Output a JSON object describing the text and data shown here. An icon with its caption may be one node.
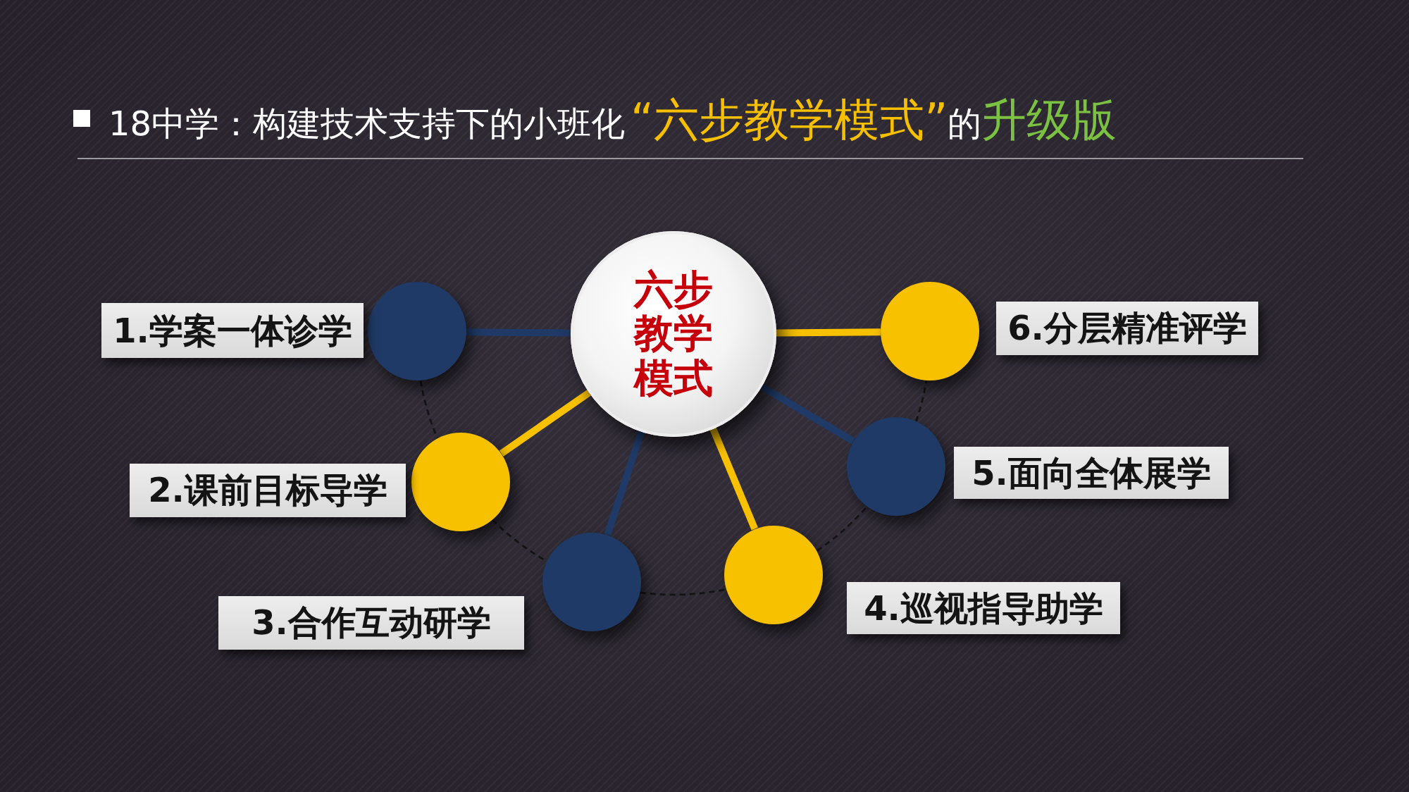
{
  "diagram": {
    "title": "18中学：构建技术支持下的小班化**“六步教学模式”**的**升级版**",
    "nodes": [
      {
        "text": [
          "六步教学模式"
        ]
      },
      {
        "text": [],
        "shape": "circle"
      },
      {
        "text": [
          "1.学案一体诊学"
        ]
      },
      {
        "text": [],
        "shape": "circle"
      },
      {
        "text": [
          "2.课前目标导学"
        ]
      },
      {
        "text": [],
        "shape": "circle"
      },
      {
        "text": [
          "3.合作互动研学"
        ]
      },
      {
        "text": [],
        "shape": "circle"
      },
      {
        "text": [
          "4.巡视指导助学"
        ]
      },
      {
        "text": [],
        "shape": "circle"
      },
      {
        "text": [
          "5.面向全体展学"
        ]
      },
      {
        "text": [],
        "shape": "circle"
      },
      {
        "text": [
          "6.分层精准评学"
        ]
      }
    ],
    "edges": [
      {
        "from": 0,
        "to": 1,
        "arrow": "none",
        "color": "#1f3a66"
      },
      {
        "from": 0,
        "to": 3,
        "arrow": "none",
        "color": "#f8c100"
      },
      {
        "from": 0,
        "to": 5,
        "arrow": "none",
        "color": "#1f3a66"
      },
      {
        "from": 0,
        "to": 7,
        "arrow": "none",
        "color": "#f8c100"
      },
      {
        "from": 0,
        "to": 9,
        "arrow": "none",
        "color": "#1f3a66"
      },
      {
        "from": 0,
        "to": 11,
        "arrow": "none",
        "color": "#f8c100"
      },
      {
        "from": 1,
        "to": 3,
        "arrow": "none",
        "style": "dashed"
      },
      {
        "from": 3,
        "to": 5,
        "arrow": "none",
        "style": "dashed"
      },
      {
        "from": 5,
        "to": 7,
        "arrow": "none",
        "style": "dashed"
      },
      {
        "from": 7,
        "to": 9,
        "arrow": "none",
        "style": "dashed"
      },
      {
        "from": 9,
        "to": 11,
        "arrow": "none",
        "style": "dashed"
      }
    ]
  }
}
